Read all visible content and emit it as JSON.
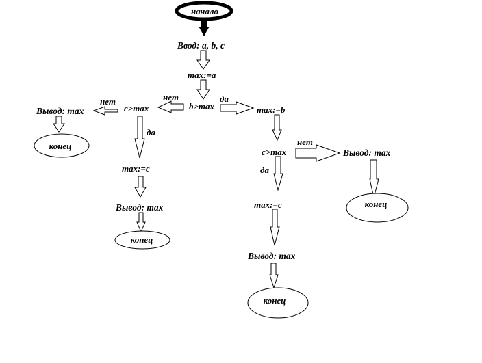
{
  "diagram": {
    "title": "Алгоритм нахождения максимума из трёх чисел",
    "start": "начало",
    "input": "Ввод: a, b, c",
    "assign_a": "max:=a",
    "cond_b": "b>max",
    "yes": "да",
    "no": "нет",
    "left_branch": {
      "no_label": "нет",
      "cond_c": "c>max",
      "no_label_2": "нет",
      "yes_label": "да",
      "output_no": "Вывод: max",
      "end_no": "конец",
      "assign_c": "max:=c",
      "output_yes": "Вывод: max",
      "end_yes": "конец"
    },
    "right_branch": {
      "yes_label": "да",
      "assign_b": "max:=b",
      "cond_c": "c>max",
      "no_label": "нет",
      "yes_label_2": "да",
      "output_no": "Вывод: max",
      "end_no": "конец",
      "assign_c": "max:=c",
      "output_yes": "Вывод: max",
      "end_yes": "конец"
    }
  },
  "colors": {
    "stroke": "#000000",
    "background": "#ffffff"
  }
}
